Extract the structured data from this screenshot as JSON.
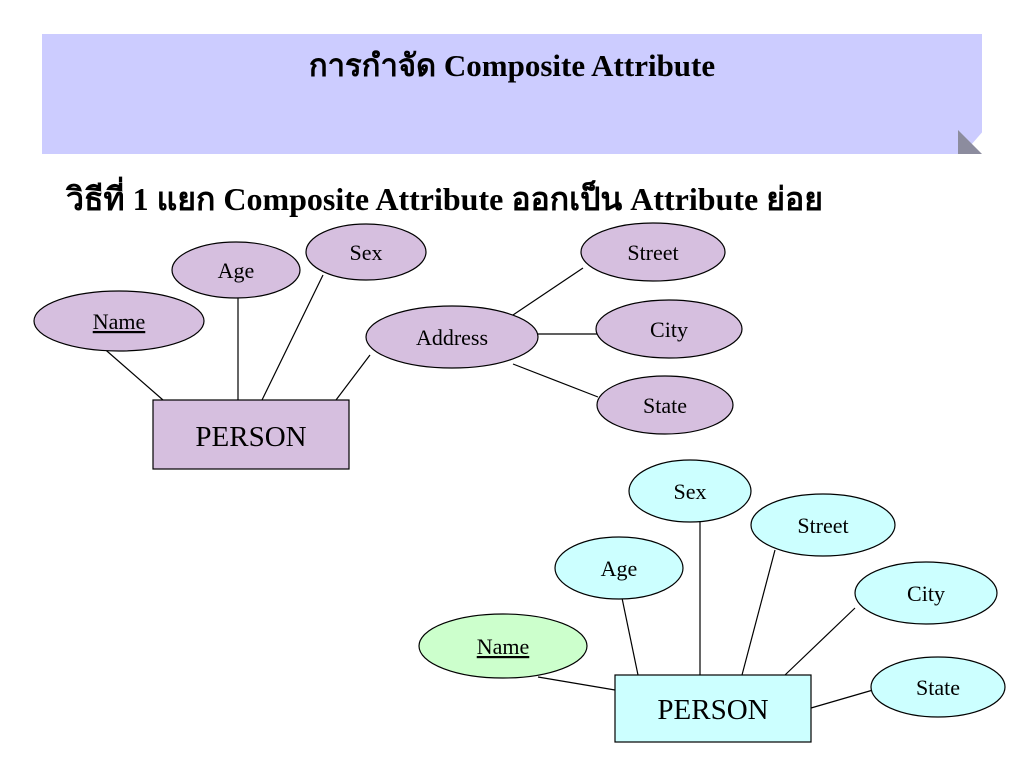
{
  "banner": {
    "title": "การกำจัด Composite Attribute"
  },
  "subtitle": "วิธีที่ 1 แยก Composite Attribute ออกเป็น Attribute ย่อย",
  "colors": {
    "banner": "#ccccff",
    "purple_fill": "#d6bfdf",
    "cyan_fill": "#ccffff",
    "key_fill": "#ccffcc",
    "stroke": "#000000"
  },
  "diagram_before": {
    "entity": "PERSON",
    "attributes": {
      "name": "Name",
      "age": "Age",
      "sex": "Sex",
      "address": "Address",
      "street": "Street",
      "city": "City",
      "state": "State"
    }
  },
  "diagram_after": {
    "entity": "PERSON",
    "attributes": {
      "name": "Name",
      "age": "Age",
      "sex": "Sex",
      "street": "Street",
      "city": "City",
      "state": "State"
    }
  }
}
